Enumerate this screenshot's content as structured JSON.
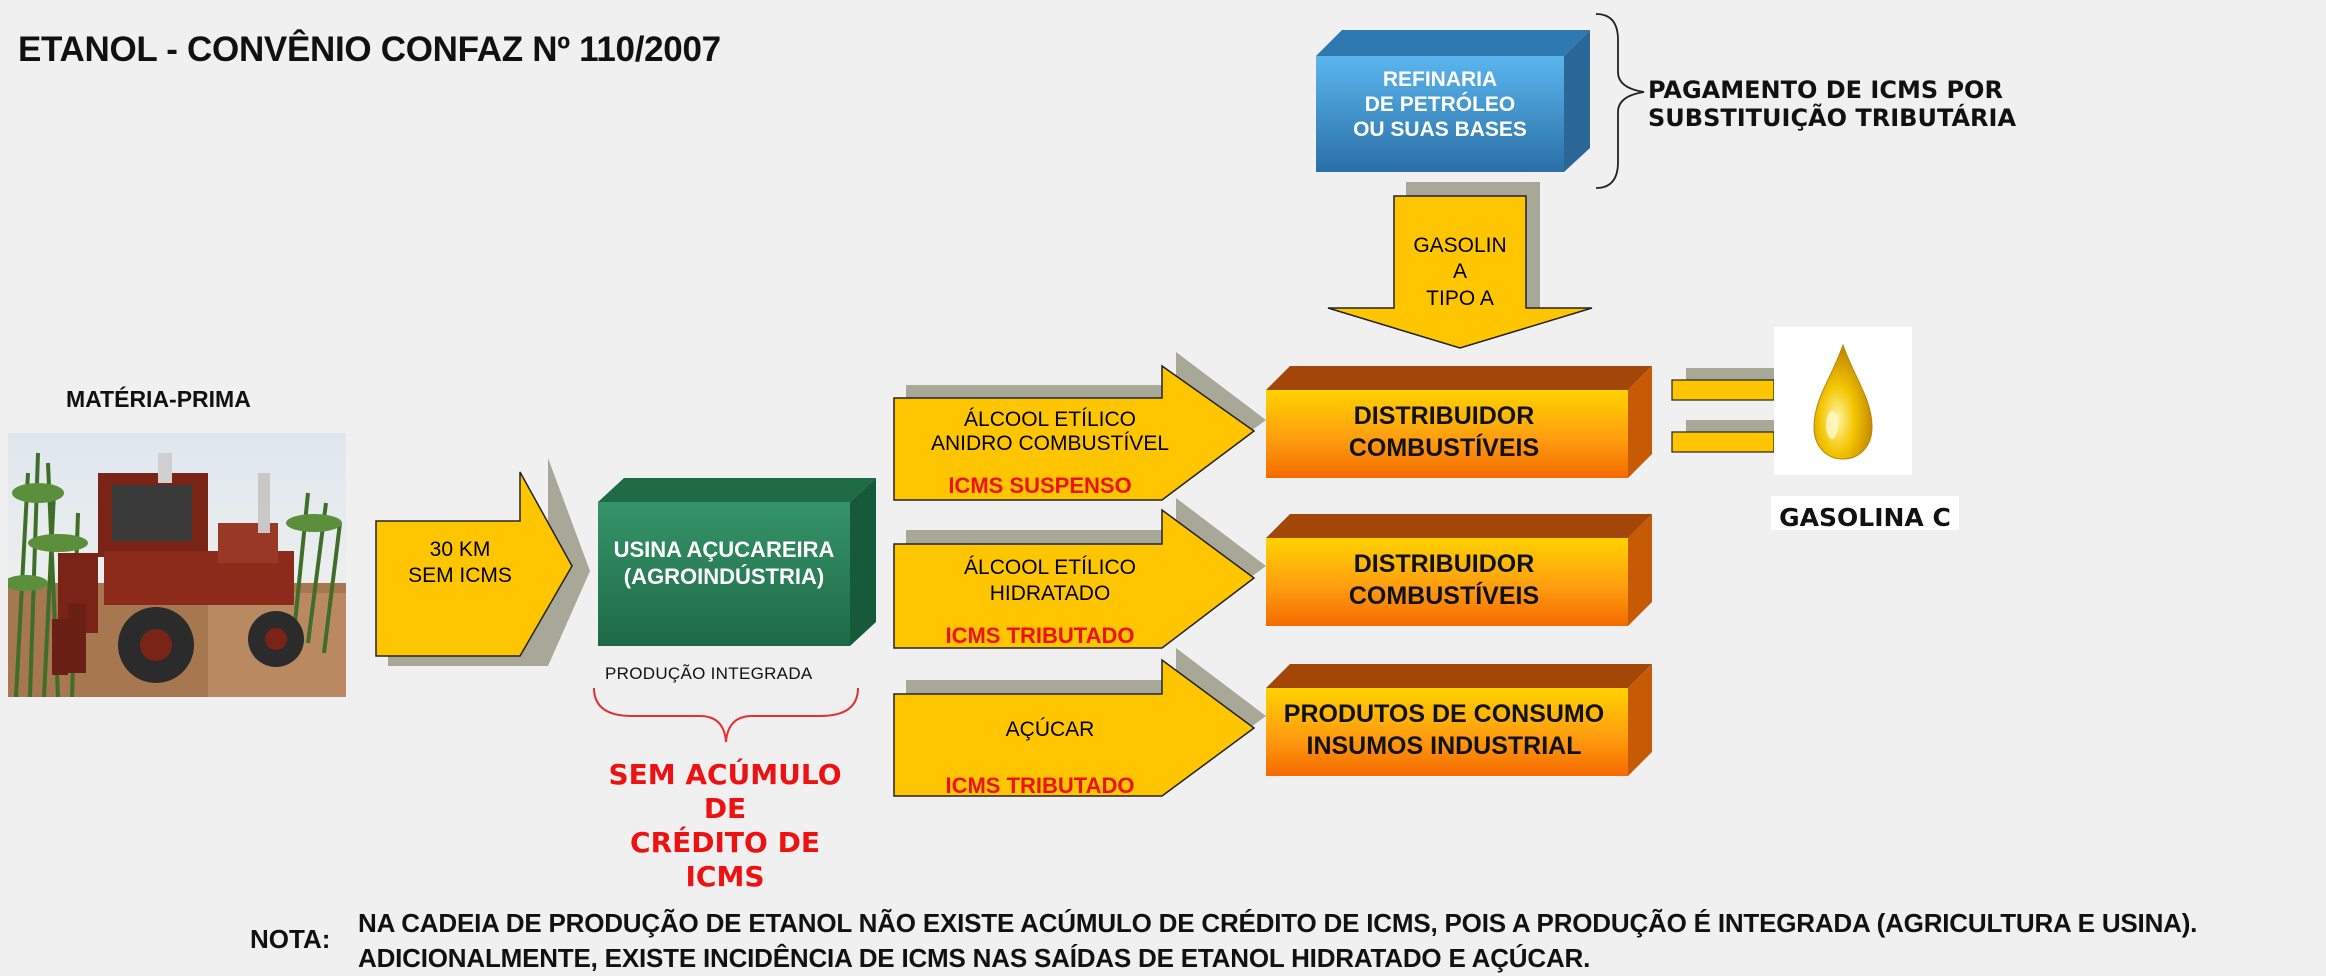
{
  "title": "ETANOL - CONVÊNIO CONFAZ Nº 110/2007",
  "materia_prima": "MATÉRIA-PRIMA",
  "arrow_30km": {
    "line1": "30 KM",
    "line2": "SEM ICMS"
  },
  "usina": {
    "line1": "USINA AÇUCAREIRA",
    "line2": "(AGROINDÚSTRIA)"
  },
  "producao_integrada": "PRODUÇÃO  INTEGRADA",
  "sem_acumulo": {
    "line1": "SEM ACÚMULO DE",
    "line2": "CRÉDITO DE ICMS"
  },
  "refinaria": {
    "line1": "REFINARIA",
    "line2": "DE PETRÓLEO",
    "line3": "OU SUAS BASES"
  },
  "pagamento": {
    "line1": "PAGAMENTO  DE ICMS POR",
    "line2": "SUBSTITUIÇÃO TRIBUTÁRIA"
  },
  "gasolina_a": {
    "line1": "GASOLIN",
    "line2": "A",
    "line3": "TIPO A"
  },
  "arrow_anidro": {
    "line1": "ÁLCOOL ETÍLICO",
    "line2": "ANIDRO COMBUSTÍVEL",
    "status": "ICMS SUSPENSO"
  },
  "arrow_hidratado": {
    "line1": "ÁLCOOL ETÍLICO",
    "line2": "HIDRATADO",
    "status": "ICMS TRIBUTADO"
  },
  "arrow_acucar": {
    "line1": "AÇÚCAR",
    "status": "ICMS TRIBUTADO"
  },
  "box_dist1": {
    "line1": "DISTRIBUIDOR",
    "line2": "COMBUSTÍVEIS"
  },
  "box_dist2": {
    "line1": "DISTRIBUIDOR",
    "line2": "COMBUSTÍVEIS"
  },
  "box_produtos": {
    "line1": "PRODUTOS DE CONSUMO",
    "line2": "INSUMOS INDUSTRIAL"
  },
  "gasolina_c": "GASOLINA C",
  "nota": {
    "label": "NOTA:",
    "line1": "NA CADEIA DE PRODUÇÃO DE ETANOL NÃO EXISTE ACÚMULO DE CRÉDITO DE ICMS, POIS A PRODUÇÃO É INTEGRADA (AGRICULTURA E USINA).",
    "line2": "ADICIONALMENTE, EXISTE INCIDÊNCIA DE ICMS NAS SAÍDAS DE ETANOL HIDRATADO E AÇÚCAR."
  },
  "colors": {
    "arrow_fill": "#ffc600",
    "arrow_shadow": "#a8a898",
    "red_text": "#ee1111",
    "usina_green": "#2a7a52",
    "refinaria_blue": "#3a8cc8",
    "distribuidor_orange": "#f08a00"
  },
  "icons": {
    "photo": "sugarcane-harvester-photo",
    "drop": "oil-drop-icon"
  }
}
